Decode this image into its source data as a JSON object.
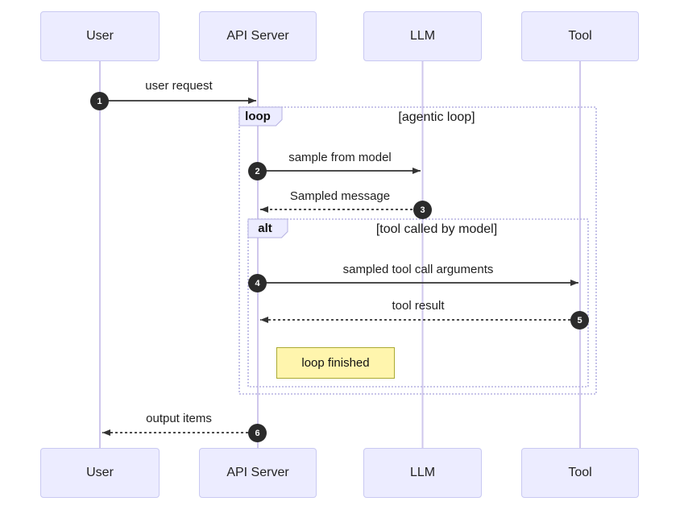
{
  "diagram": {
    "type": "sequence",
    "actors": [
      {
        "label": "User"
      },
      {
        "label": "API Server"
      },
      {
        "label": "LLM"
      },
      {
        "label": "Tool"
      }
    ],
    "messages": [
      {
        "seq": "1",
        "text": "user request",
        "from": "User",
        "to": "API Server",
        "line": "solid"
      },
      {
        "seq": "2",
        "text": "sample from model",
        "from": "API Server",
        "to": "LLM",
        "line": "solid"
      },
      {
        "seq": "3",
        "text": "Sampled message",
        "from": "LLM",
        "to": "API Server",
        "line": "dashed"
      },
      {
        "seq": "4",
        "text": "sampled tool call arguments",
        "from": "API Server",
        "to": "Tool",
        "line": "solid"
      },
      {
        "seq": "5",
        "text": "tool result",
        "from": "Tool",
        "to": "API Server",
        "line": "dashed"
      },
      {
        "seq": "6",
        "text": "output items",
        "from": "API Server",
        "to": "User",
        "line": "dashed"
      }
    ],
    "frames": [
      {
        "kind": "loop",
        "title": "[agentic loop]"
      },
      {
        "kind": "alt",
        "title": "[tool called by model]"
      }
    ],
    "note": {
      "text": "loop finished"
    },
    "colors": {
      "background": "#ffffff",
      "actor_fill": "#ECECFF",
      "actor_border": "#c9c9f2",
      "lifeline": "#cfc7ec",
      "frame_border": "#b6b2e2",
      "label_tab_fill": "#ECECFF",
      "note_fill": "#fff5ad",
      "note_border": "#aaaa33",
      "arrow": "#333333",
      "number_badge_fill": "#2b2b2b",
      "number_badge_text": "#ffffff",
      "text": "#1f1f1f"
    }
  }
}
